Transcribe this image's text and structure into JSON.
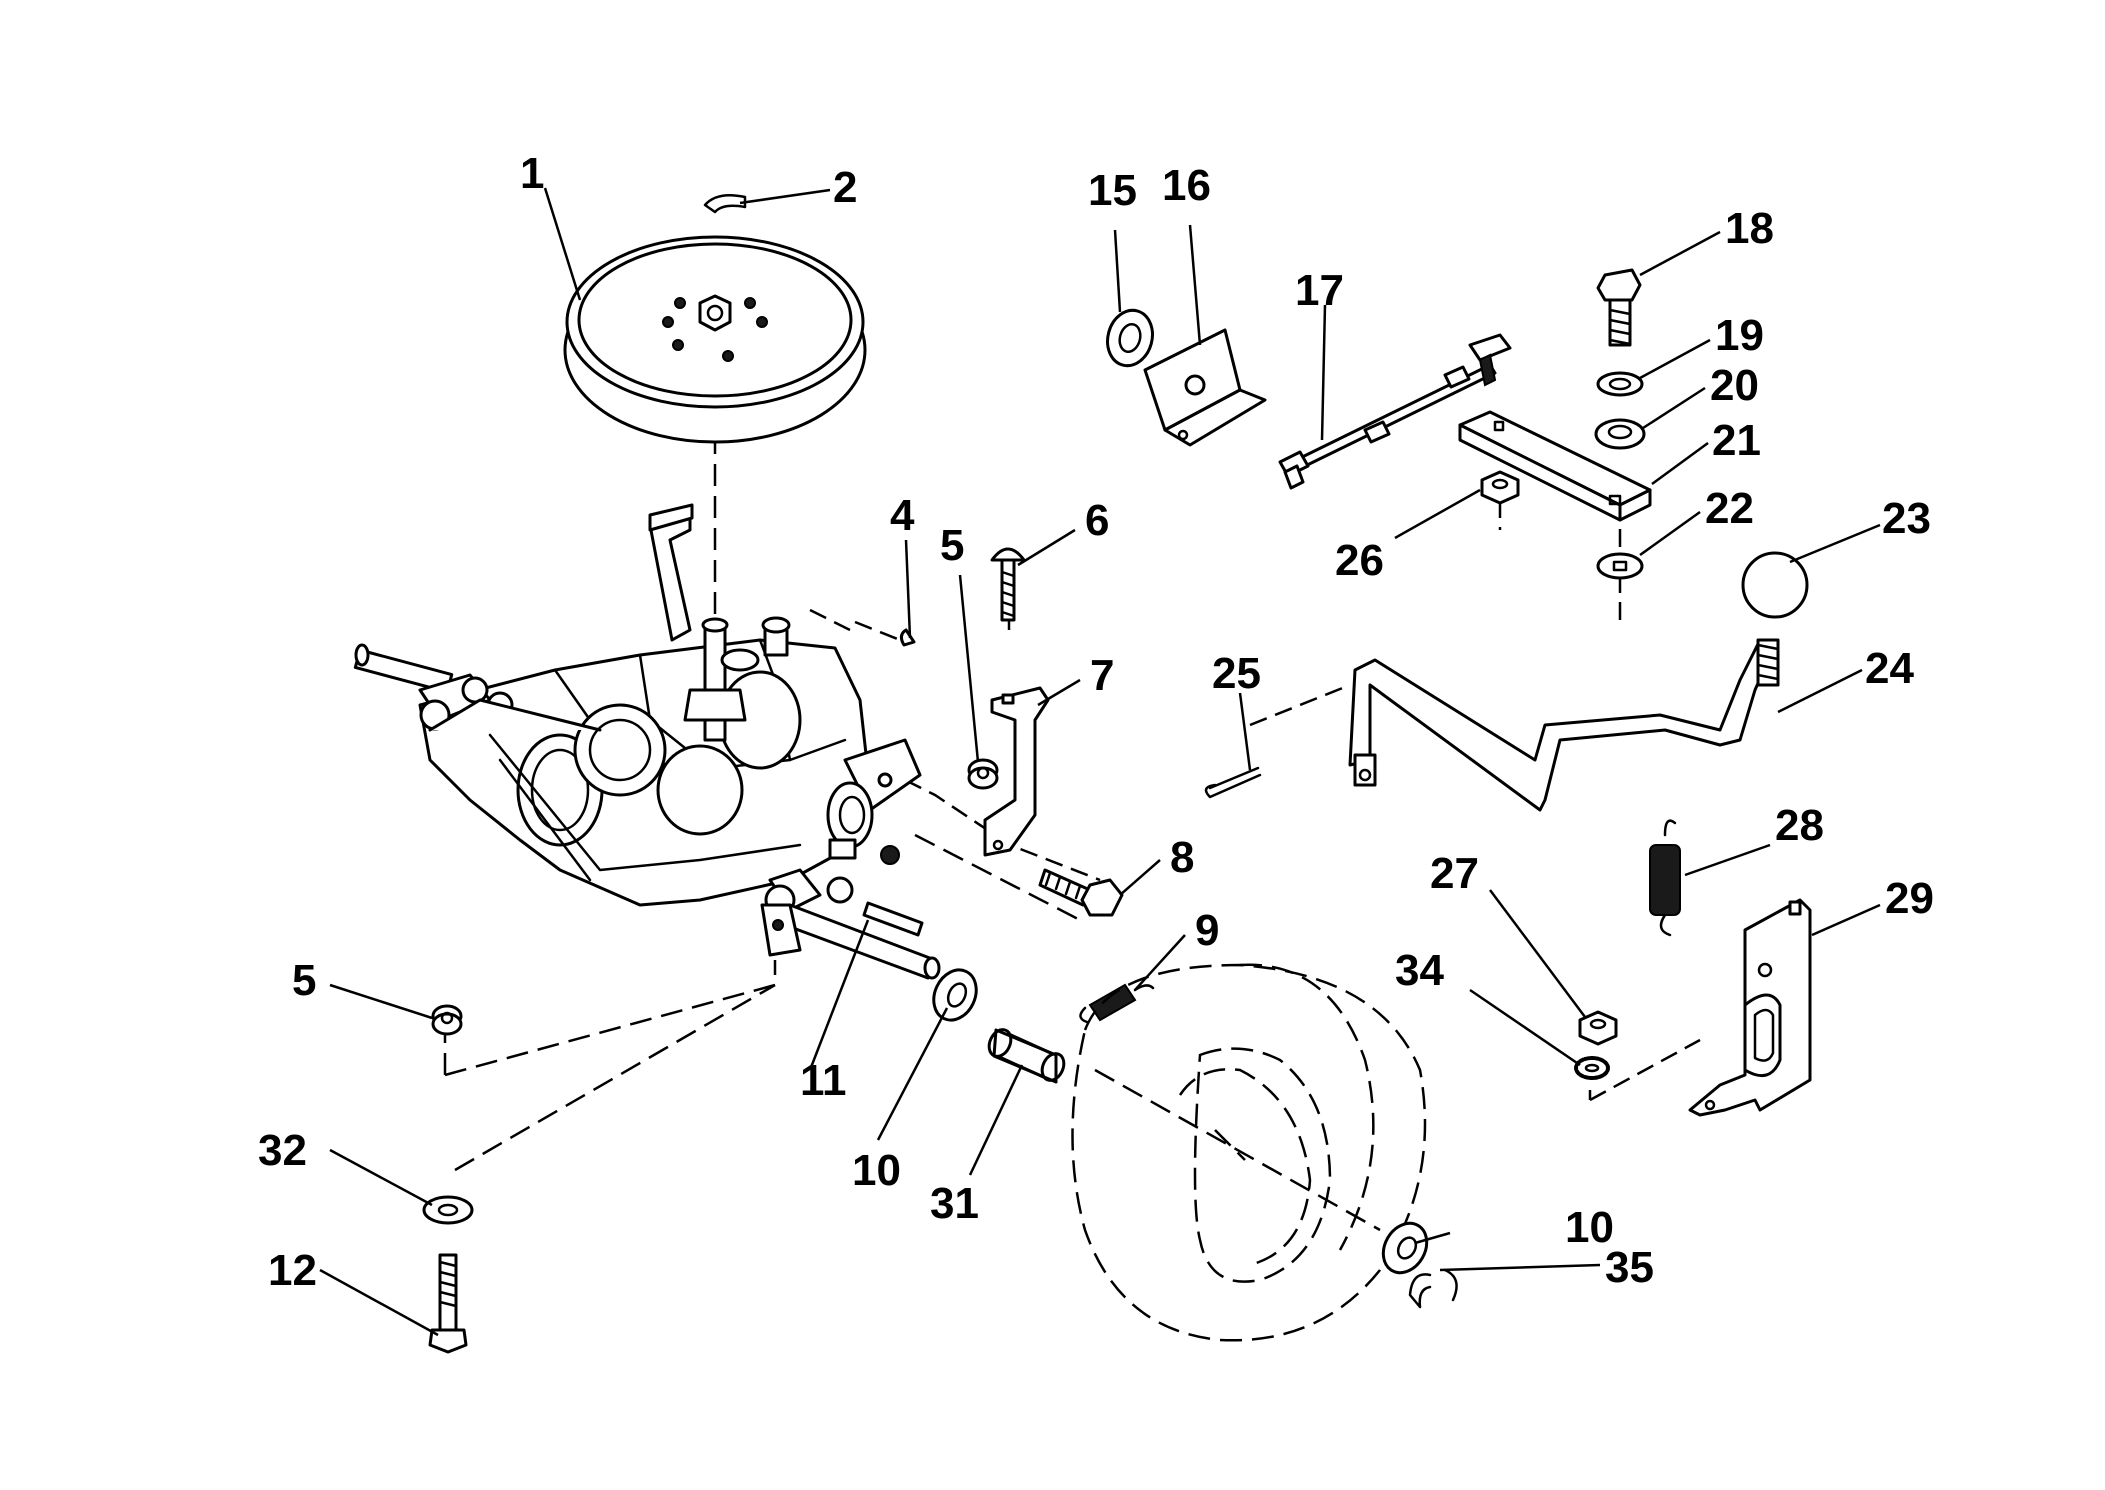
{
  "diagram": {
    "callouts": [
      {
        "id": "c1",
        "text": "1"
      },
      {
        "id": "c2",
        "text": "2"
      },
      {
        "id": "c4",
        "text": "4"
      },
      {
        "id": "c5a",
        "text": "5"
      },
      {
        "id": "c5b",
        "text": "5"
      },
      {
        "id": "c6",
        "text": "6"
      },
      {
        "id": "c7",
        "text": "7"
      },
      {
        "id": "c8",
        "text": "8"
      },
      {
        "id": "c9",
        "text": "9"
      },
      {
        "id": "c10a",
        "text": "10"
      },
      {
        "id": "c10b",
        "text": "10"
      },
      {
        "id": "c11",
        "text": "11"
      },
      {
        "id": "c12",
        "text": "12"
      },
      {
        "id": "c15",
        "text": "15"
      },
      {
        "id": "c16",
        "text": "16"
      },
      {
        "id": "c17",
        "text": "17"
      },
      {
        "id": "c18",
        "text": "18"
      },
      {
        "id": "c19",
        "text": "19"
      },
      {
        "id": "c20",
        "text": "20"
      },
      {
        "id": "c21",
        "text": "21"
      },
      {
        "id": "c22",
        "text": "22"
      },
      {
        "id": "c23",
        "text": "23"
      },
      {
        "id": "c24",
        "text": "24"
      },
      {
        "id": "c25",
        "text": "25"
      },
      {
        "id": "c26",
        "text": "26"
      },
      {
        "id": "c27",
        "text": "27"
      },
      {
        "id": "c28",
        "text": "28"
      },
      {
        "id": "c29",
        "text": "29"
      },
      {
        "id": "c31",
        "text": "31"
      },
      {
        "id": "c32",
        "text": "32"
      },
      {
        "id": "c34",
        "text": "34"
      },
      {
        "id": "c35",
        "text": "35"
      }
    ]
  }
}
